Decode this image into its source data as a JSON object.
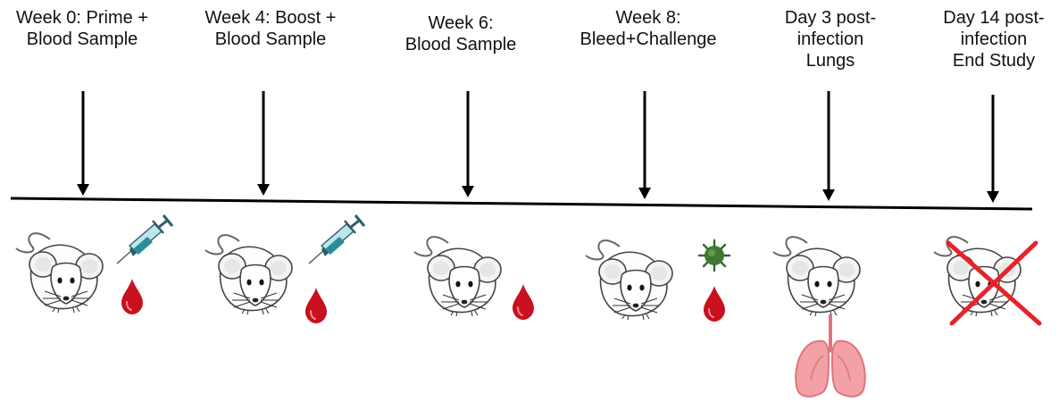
{
  "timeline": {
    "stages": [
      {
        "lines": [
          "Week 0: Prime +",
          "Blood Sample"
        ],
        "icons": [
          "mouse-icon",
          "syringe-icon",
          "blood-drop-icon"
        ]
      },
      {
        "lines": [
          "Week 4: Boost +",
          "Blood Sample"
        ],
        "icons": [
          "mouse-icon",
          "syringe-icon",
          "blood-drop-icon"
        ]
      },
      {
        "lines": [
          "Week 6:",
          "Blood Sample"
        ],
        "icons": [
          "mouse-icon",
          "blood-drop-icon"
        ]
      },
      {
        "lines": [
          "Week 8:",
          "Bleed+Challenge"
        ],
        "icons": [
          "mouse-icon",
          "virus-icon",
          "blood-drop-icon"
        ]
      },
      {
        "lines": [
          "Day 3 post-",
          "infection",
          "Lungs"
        ],
        "icons": [
          "mouse-icon",
          "lungs-icon"
        ]
      },
      {
        "lines": [
          "Day 14 post-",
          "infection",
          "End Study"
        ],
        "icons": [
          "mouse-icon",
          "red-x-icon"
        ]
      }
    ]
  },
  "colors": {
    "line": "#000000",
    "blood": "#c8101e",
    "syringe": "#2c8c9c",
    "virus": "#2f6b2a",
    "lungs": "#f2a2a6",
    "cross": "#e8222a"
  }
}
